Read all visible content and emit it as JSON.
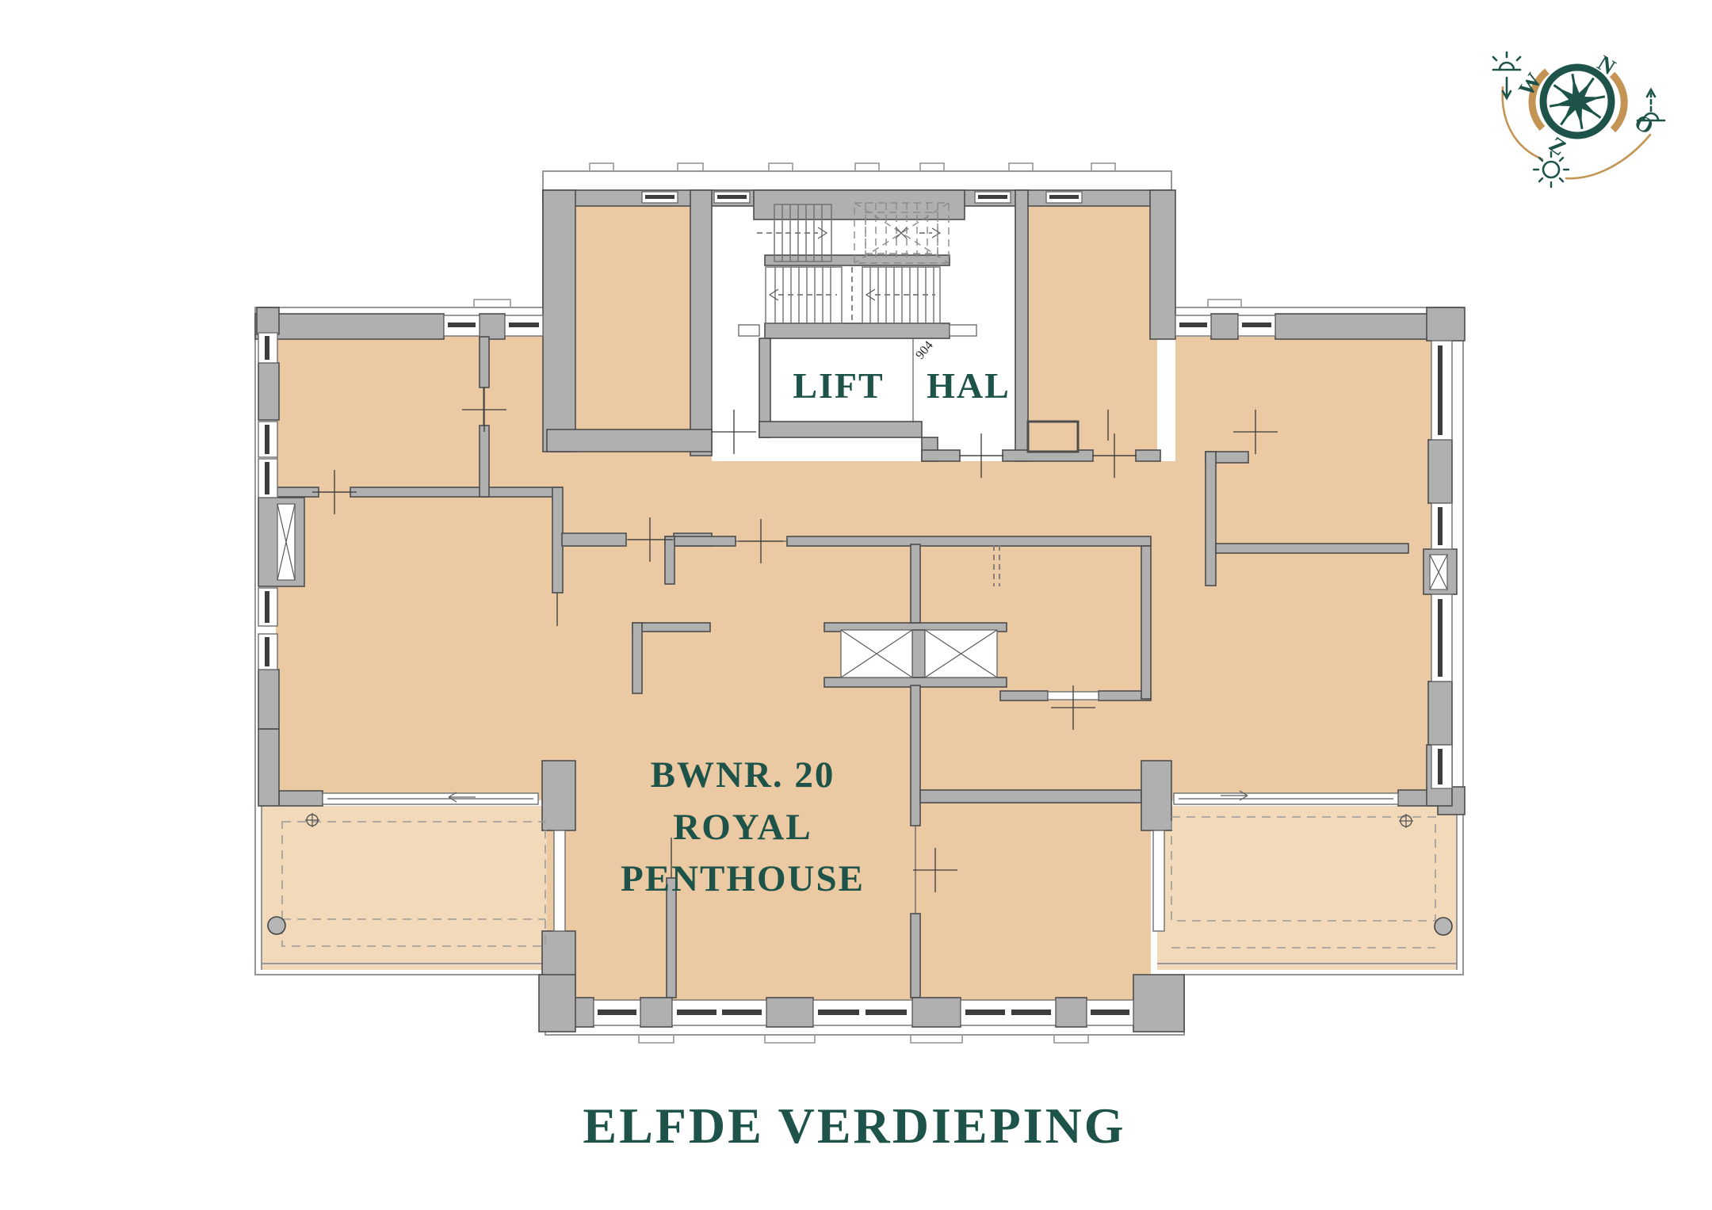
{
  "title": "ELFDE VERDIEPING",
  "plan": {
    "unit_label_line1": "BWNR. 20",
    "unit_label_line2": "ROYAL",
    "unit_label_line3": "PENTHOUSE",
    "room_lift": "LIFT",
    "room_hal": "HAL",
    "door_number": "904"
  },
  "compass": {
    "north": "N",
    "east": "O",
    "south": "Z",
    "west": "W"
  },
  "colors": {
    "floor": "#ebc9a2",
    "balcony_floor": "#f1d9b9",
    "wall_fill": "#b0b0b0",
    "wall_outline": "#4d4d4d",
    "accent_teal": "#1d5348",
    "accent_gold": "#c49455"
  }
}
